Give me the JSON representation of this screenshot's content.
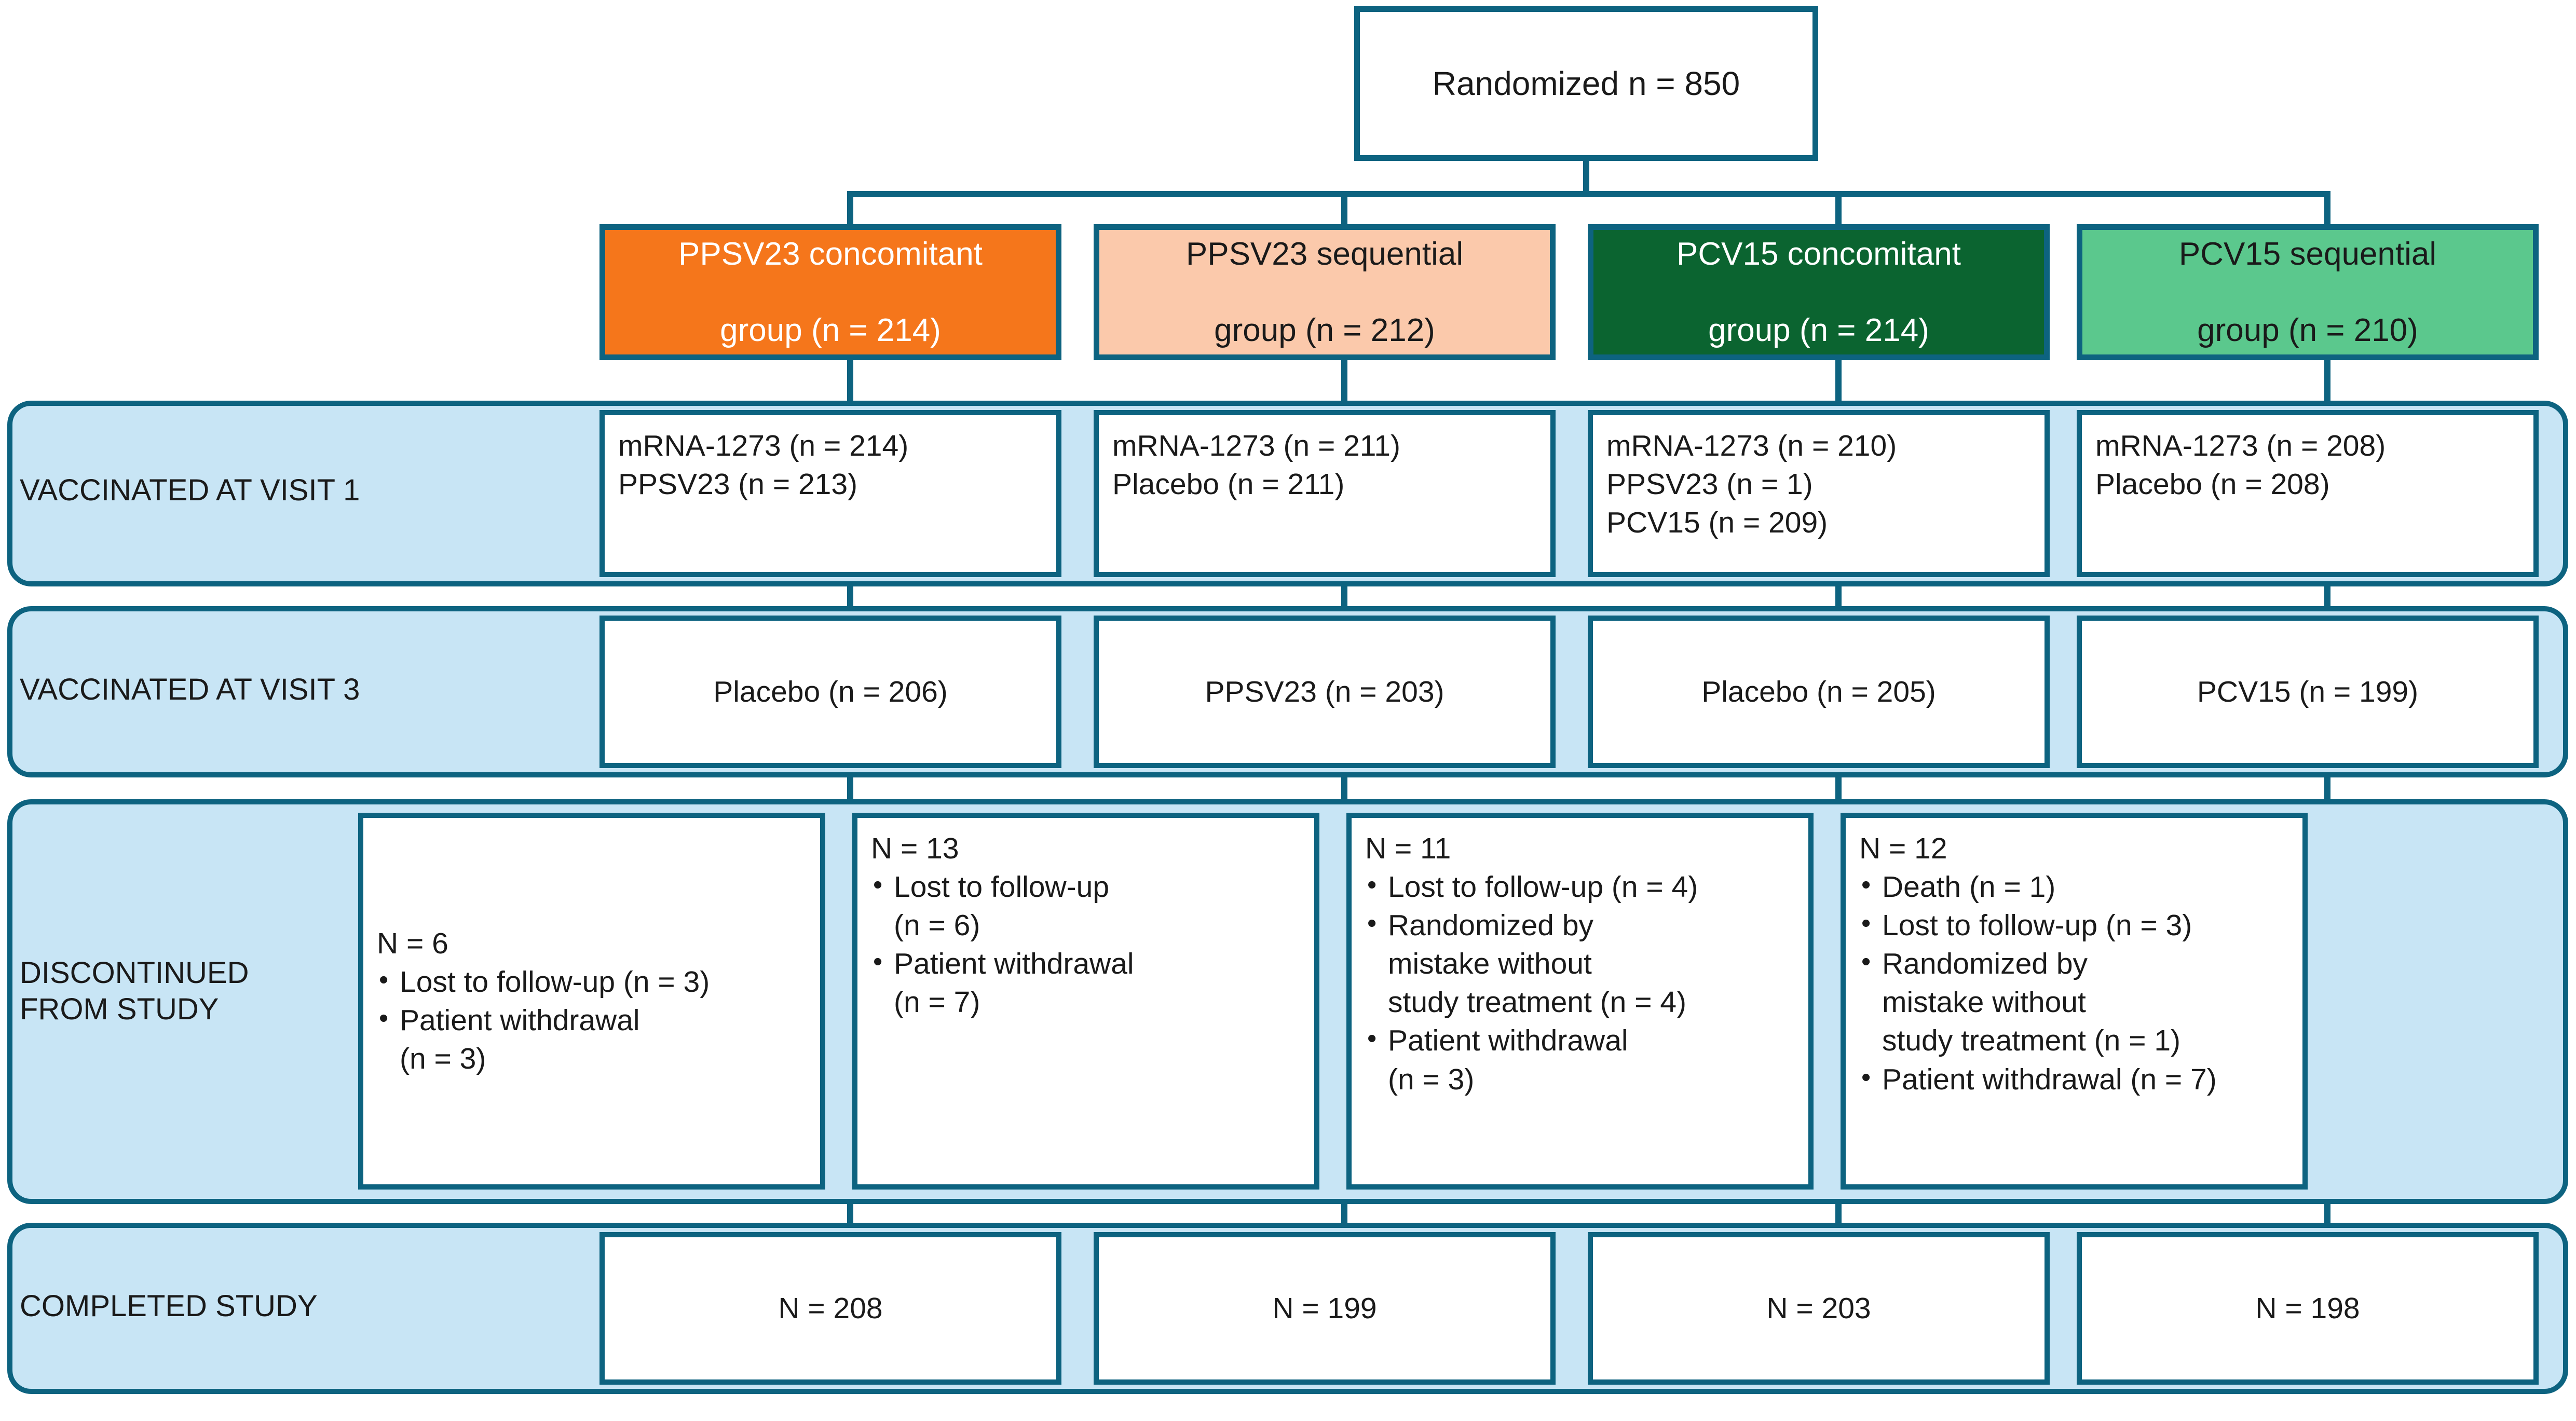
{
  "top": {
    "label": "Randomized n = 850"
  },
  "groups": [
    {
      "name": "ppsv23-concomitant",
      "line1": "PPSV23 concomitant",
      "line2": "group (n = 214)",
      "bg": "#F5761B",
      "fg": "#ffffff"
    },
    {
      "name": "ppsv23-sequential",
      "line1": "PPSV23 sequential",
      "line2": "group (n = 212)",
      "bg": "#FBC9AB",
      "fg": "#1a1a1a"
    },
    {
      "name": "pcv15-concomitant",
      "line1": "PCV15 concomitant",
      "line2": "group (n = 214)",
      "bg": "#0B6430",
      "fg": "#ffffff"
    },
    {
      "name": "pcv15-sequential",
      "line1": "PCV15 sequential",
      "line2": "group (n = 210)",
      "bg": "#5BC88D",
      "fg": "#1a1a1a"
    }
  ],
  "rows": {
    "visit1": {
      "label": "VACCINATED AT VISIT 1",
      "cells": [
        {
          "lines": [
            "mRNA-1273 (n = 214)",
            "PPSV23 (n = 213)"
          ]
        },
        {
          "lines": [
            "mRNA-1273 (n = 211)",
            "Placebo (n = 211)"
          ]
        },
        {
          "lines": [
            "mRNA-1273 (n = 210)",
            "PPSV23 (n = 1)",
            "PCV15 (n = 209)"
          ]
        },
        {
          "lines": [
            "mRNA-1273 (n = 208)",
            "Placebo (n = 208)"
          ]
        }
      ]
    },
    "visit3": {
      "label": "VACCINATED AT VISIT 3",
      "cells": [
        {
          "text": "Placebo (n = 206)"
        },
        {
          "text": "PPSV23 (n = 203)"
        },
        {
          "text": "Placebo (n = 205)"
        },
        {
          "text": "PCV15 (n = 199)"
        }
      ]
    },
    "discontinued": {
      "label_line1": "DISCONTINUED",
      "label_line2": "FROM STUDY",
      "cells": [
        {
          "total": "N = 6",
          "items": [
            "Lost to follow-up (n = 3)",
            "Patient withdrawal\n(n = 3)"
          ]
        },
        {
          "total": "N = 13",
          "items": [
            "Lost to follow-up\n(n = 6)",
            "Patient withdrawal\n(n = 7)"
          ]
        },
        {
          "total": "N = 11",
          "items": [
            "Lost to follow-up (n = 4)",
            "Randomized by\nmistake without\nstudy treatment (n = 4)",
            "Patient withdrawal\n(n = 3)"
          ]
        },
        {
          "total": "N = 12",
          "items": [
            "Death (n = 1)",
            "Lost to follow-up (n = 3)",
            "Randomized by\nmistake without\nstudy treatment (n = 1)",
            "Patient withdrawal (n = 7)"
          ]
        }
      ]
    },
    "completed": {
      "label": "COMPLETED STUDY",
      "cells": [
        {
          "text": "N = 208"
        },
        {
          "text": "N = 199"
        },
        {
          "text": "N = 203"
        },
        {
          "text": "N = 198"
        }
      ]
    }
  },
  "colors": {
    "line": "#0d6380",
    "band_bg": "#c8e5f5",
    "cell_bg": "#ffffff",
    "text": "#1a1a1a"
  }
}
